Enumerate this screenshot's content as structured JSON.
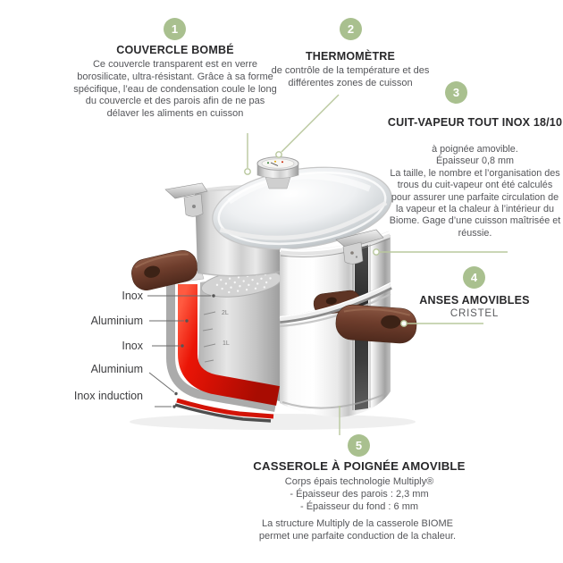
{
  "colors": {
    "badge_green": "#a9c08f",
    "leader_green": "#b9c89e",
    "label_line_gray": "#6b6b6b",
    "title_text": "#29292b",
    "body_text": "#55565a",
    "cutaway_red": "#d31307",
    "handle_brown": "#6e3d2c"
  },
  "callouts": [
    {
      "num": "1",
      "title": "COUVERCLE BOMBÉ",
      "body": "Ce couvercle transparent est en verre borosilicate, ultra-résistant. Grâce à sa forme spécifique, l’eau de condensation coule le long du couvercle et des parois afin de ne pas délaver les aliments en cuisson"
    },
    {
      "num": "2",
      "title": "THERMOMÈTRE",
      "body": "de contrôle de la température et des différentes zones de cuisson"
    },
    {
      "num": "3",
      "title": "CUIT-VAPEUR TOUT INOX 18/10",
      "body": "à poignée amovible.\nÉpaisseur 0,8 mm\nLa taille, le nombre et l’organisation des trous du cuit-vapeur ont été calculés pour assurer une parfaite circulation de la vapeur et la chaleur à l’intérieur du Biome. Gage d’une cuisson maîtrisée et réussie."
    },
    {
      "num": "4",
      "title": "ANSES AMOVIBLES",
      "body": "CRISTEL"
    },
    {
      "num": "5",
      "title": "CASSEROLE À POIGNÉE AMOVIBLE",
      "body": "Corps épais technologie Multiply®\n- Épaisseur des parois : 2,3 mm\n- Épaisseur du fond : 6 mm",
      "footer": "La structure Multiply de la casserole BIOME permet une parfaite conduction de la chaleur."
    }
  ],
  "layer_labels": [
    "Inox",
    "Aluminium",
    "Inox",
    "Aluminium",
    "Inox induction"
  ],
  "markings": [
    "2L",
    "1L"
  ]
}
